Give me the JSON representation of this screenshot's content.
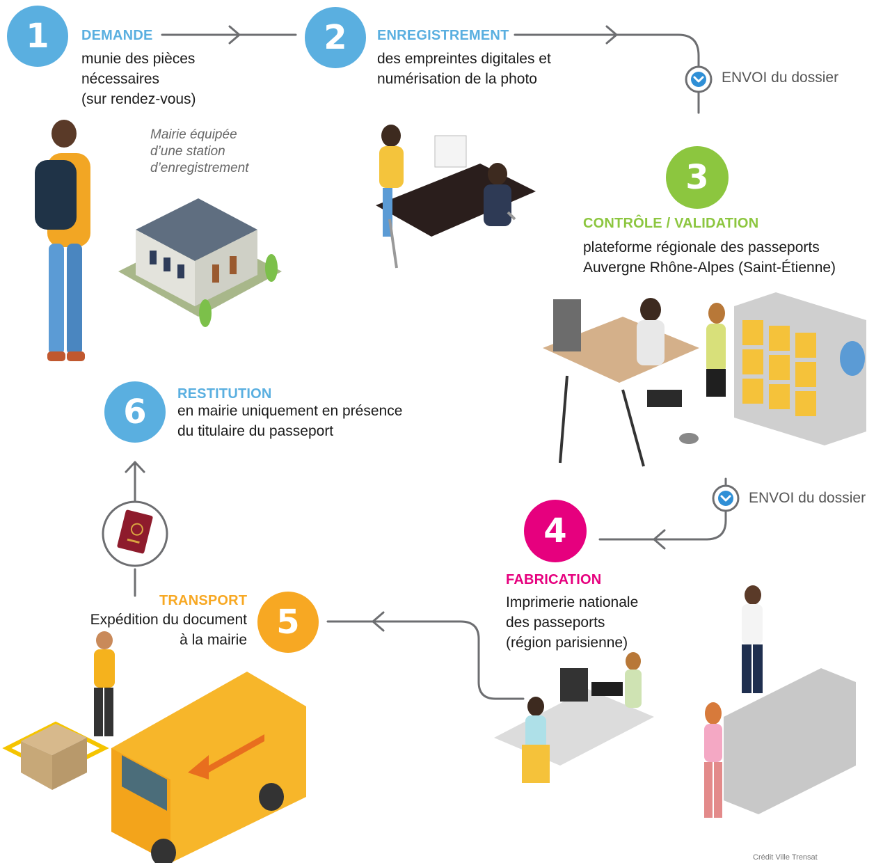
{
  "colors": {
    "blue": "#5aafe0",
    "green": "#8cc63f",
    "magenta": "#e6007e",
    "orange": "#f7a823",
    "line": "#6d6e71"
  },
  "steps": [
    {
      "number": "1",
      "title": "DEMANDE",
      "description": "munie des pièces\nnécessaires\n(sur rendez-vous)"
    },
    {
      "number": "2",
      "title": "ENREGISTREMENT",
      "description": "des empreintes digitales et\nnumérisation de la photo"
    },
    {
      "number": "3",
      "title": "CONTRÔLE / VALIDATION",
      "description": "plateforme régionale des passeports\nAuvergne Rhône-Alpes (Saint-Étienne)"
    },
    {
      "number": "4",
      "title": "FABRICATION",
      "description": "Imprimerie nationale\ndes passeports\n(région parisienne)"
    },
    {
      "number": "5",
      "title": "TRANSPORT",
      "description": "Expédition du document\nà la mairie"
    },
    {
      "number": "6",
      "title": "RESTITUTION",
      "description": "en mairie uniquement en présence\ndu titulaire du passeport"
    }
  ],
  "mairie_caption": "Mairie équipée\nd’une station\nd’enregistrement",
  "envoi_labels": [
    "ENVOI du dossier",
    "ENVOI du dossier"
  ],
  "icons": [
    "chevron-down-icon",
    "passport-icon",
    "arrow-right-icon",
    "arrow-left-icon",
    "arrow-up-icon"
  ],
  "credit": "Crédit Ville Trensat"
}
